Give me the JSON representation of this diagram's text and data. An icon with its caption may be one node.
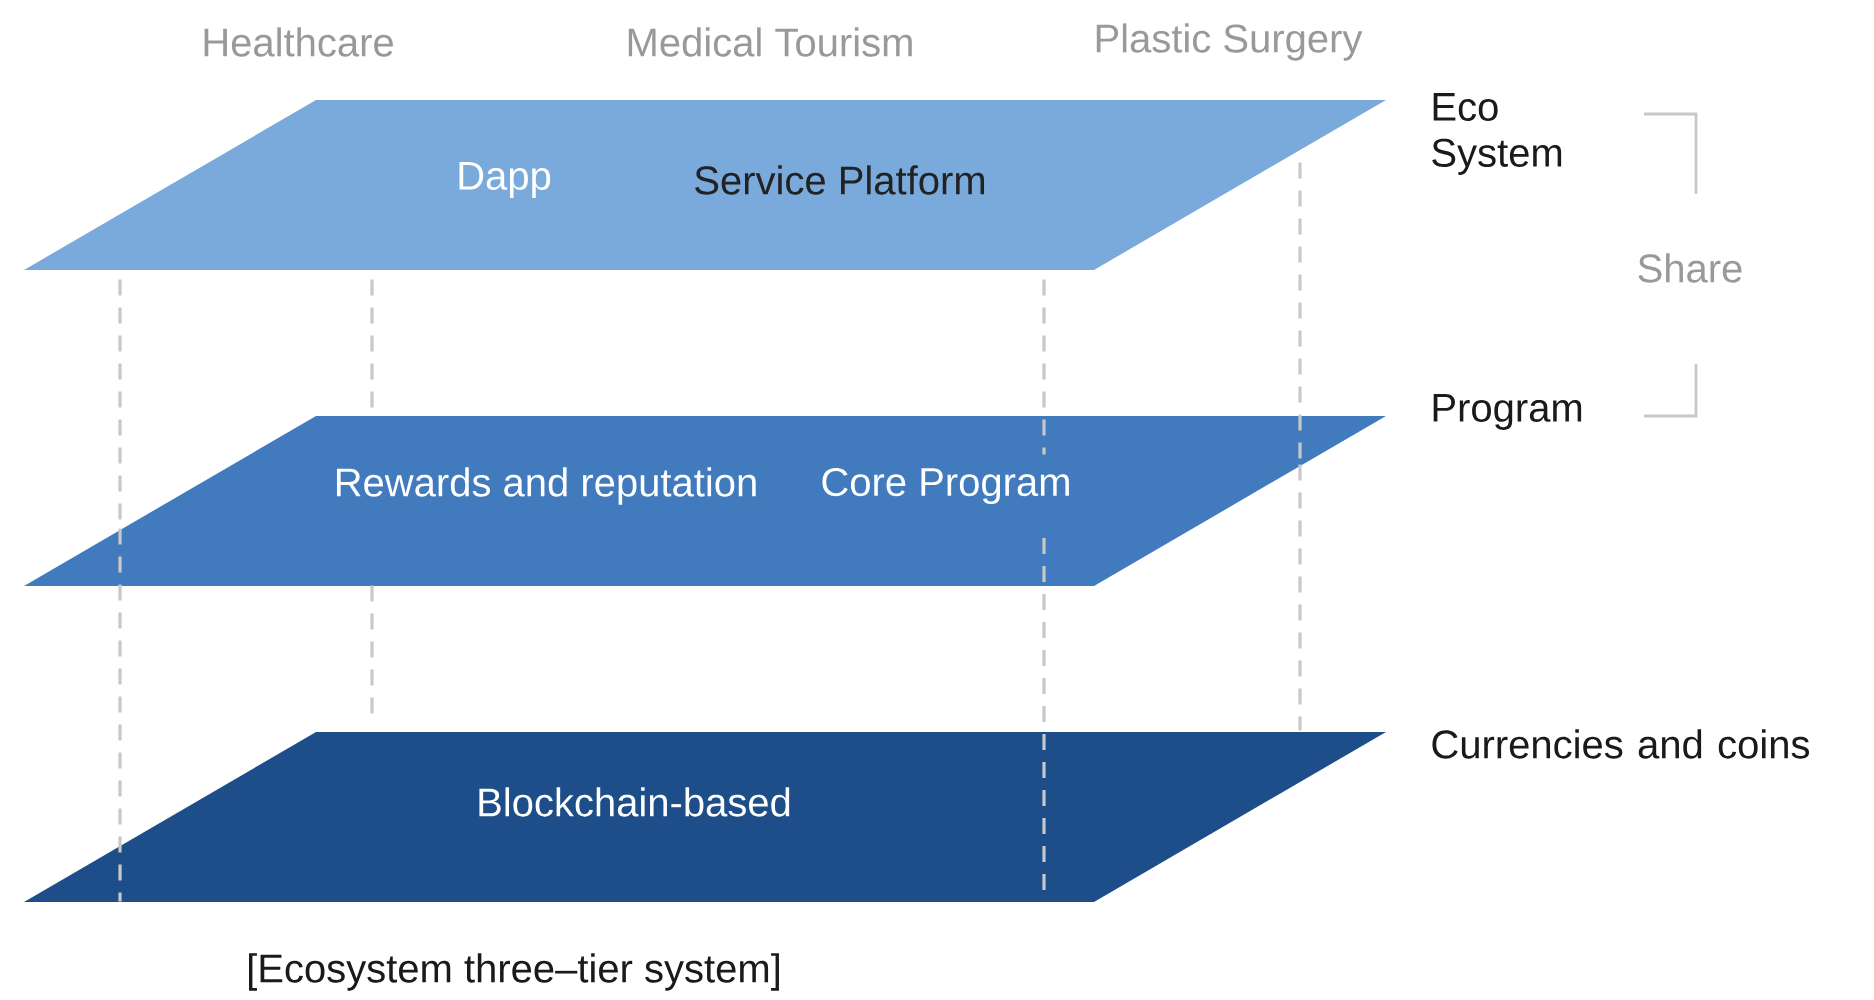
{
  "diagram": {
    "caption": "[Ecosystem three–tier system]",
    "nodes": [
      {
        "text": [
          "Dapp",
          "Service Platform"
        ],
        "beside": [
          "Eco System"
        ]
      },
      {
        "text": [
          "Rewards and reputation",
          "Core Program"
        ],
        "beside": [
          "Program"
        ]
      },
      {
        "text": [
          "Blockchain-based"
        ],
        "beside": [
          "Currencies and coins"
        ]
      }
    ],
    "edges": [
      {
        "from": 0,
        "to": 1,
        "arrow": "none",
        "style": "dashed"
      },
      {
        "from": 1,
        "to": 2,
        "arrow": "none",
        "style": "dashed"
      },
      {
        "from": 0,
        "to": 1,
        "arrow": "none",
        "style": "dashed"
      },
      {
        "from": 1,
        "to": 2,
        "arrow": "none",
        "style": "dashed"
      },
      {
        "from": 0,
        "to": 1,
        "arrow": "none",
        "style": "dashed"
      },
      {
        "from": 1,
        "to": 2,
        "arrow": "none",
        "style": "dashed"
      },
      {
        "from": 0,
        "to": 1,
        "arrow": "none",
        "style": "dashed"
      },
      {
        "from": 1,
        "to": 2,
        "arrow": "none",
        "style": "dashed"
      }
    ],
    "labels": [
      "Healthcare",
      "Medical Tourism",
      "Plastic Surgery",
      "Share"
    ]
  }
}
